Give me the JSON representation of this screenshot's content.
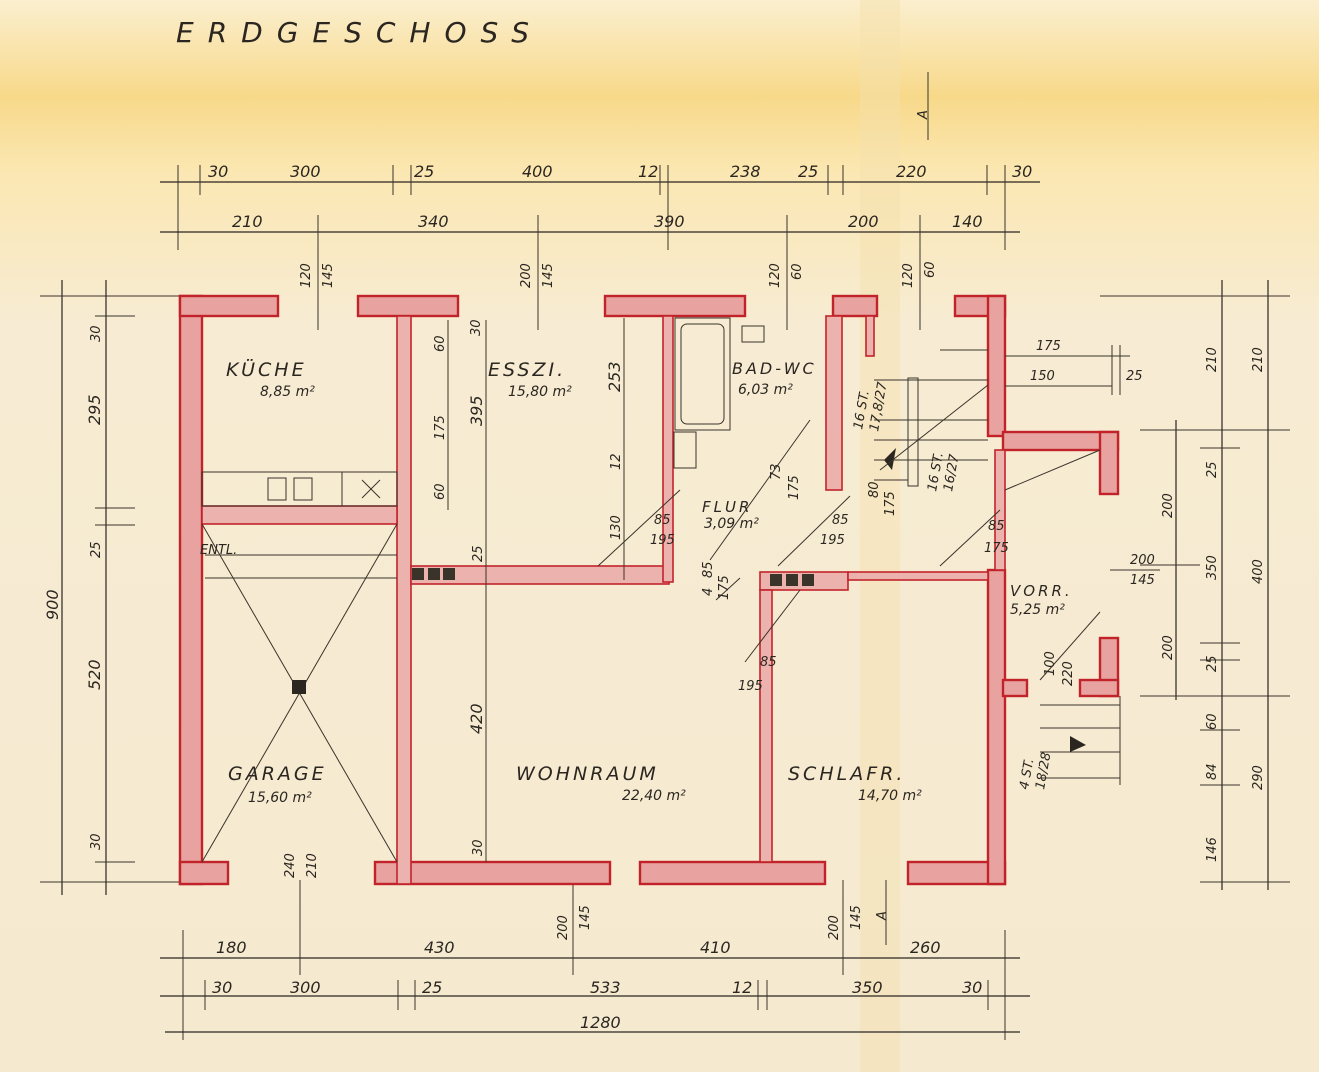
{
  "title": "ERDGESCHOSS",
  "section_marker": "A",
  "rooms": {
    "kueche": {
      "name": "KÜCHE",
      "area": "8,85 m²"
    },
    "esszi": {
      "name": "ESSZI.",
      "area": "15,80 m²"
    },
    "bad": {
      "name": "BAD-WC",
      "area": "6,03 m²"
    },
    "flur": {
      "name": "FLUR",
      "area": "3,09 m²"
    },
    "garage": {
      "name": "GARAGE",
      "area": "15,60 m²"
    },
    "wohnraum": {
      "name": "WOHNRAUM",
      "area": "22,40 m²"
    },
    "schlafr": {
      "name": "SCHLAFR.",
      "area": "14,70 m²"
    },
    "vorr": {
      "name": "VORR.",
      "area": "5,25 m²"
    }
  },
  "labels": {
    "entl": "ENTL.",
    "stair_main_1": "16 ST.",
    "stair_main_2": "16/27",
    "stair_main_3": "16 ST.",
    "stair_main_4": "17,8/27",
    "stair_out_1": "4 ST.",
    "stair_out_2": "18/28"
  },
  "dims": {
    "top1": [
      "30",
      "300",
      "25",
      "400",
      "12",
      "238",
      "25",
      "220",
      "30"
    ],
    "top2": [
      "210",
      "340",
      "390",
      "200",
      "140"
    ],
    "top_openings": [
      [
        "120",
        "145"
      ],
      [
        "200",
        "145"
      ],
      [
        "120",
        "60"
      ],
      [
        "120",
        "60"
      ]
    ],
    "bottom1": [
      "180",
      "430",
      "410",
      "260"
    ],
    "bottom2": [
      "30",
      "300",
      "25",
      "533",
      "12",
      "350",
      "30"
    ],
    "bottom_total": "1280",
    "bottom_openings": [
      [
        "240",
        "210"
      ],
      [
        "200",
        "145"
      ],
      [
        "200",
        "145"
      ]
    ],
    "left_total": "900",
    "left1": [
      "30",
      "295",
      "25",
      "520",
      "30"
    ],
    "right_a": [
      "210",
      "200",
      "25",
      "200"
    ],
    "right_b": [
      "210",
      "350",
      "400",
      "25",
      "60",
      "84",
      "146",
      "290"
    ],
    "inner": {
      "kueche_h1": "60",
      "kueche_h2": "175",
      "kueche_h3": "60",
      "esszi_395": "395",
      "esszi_30": "30",
      "esszi_25": "25",
      "esszi_253": "253",
      "esszi_12": "12",
      "esszi_130": "130",
      "door_esszi": [
        "85",
        "195"
      ],
      "door_flur1": [
        "85",
        "195"
      ],
      "door_flur2": [
        "85",
        "175"
      ],
      "door_schl": [
        "85",
        "195"
      ],
      "door_bad": [
        "73",
        "175"
      ],
      "door_fl_small": [
        "4",
        "85",
        "175"
      ],
      "vorr_175": "175",
      "vorr_150": "150",
      "vorr_25": "25",
      "vorr_200": "200",
      "vorr_145": "145",
      "wohn_420": "420",
      "wohn_30": "30",
      "vorr_door": [
        "100",
        "220"
      ],
      "stair_80": "80",
      "stair_175": "175"
    }
  }
}
